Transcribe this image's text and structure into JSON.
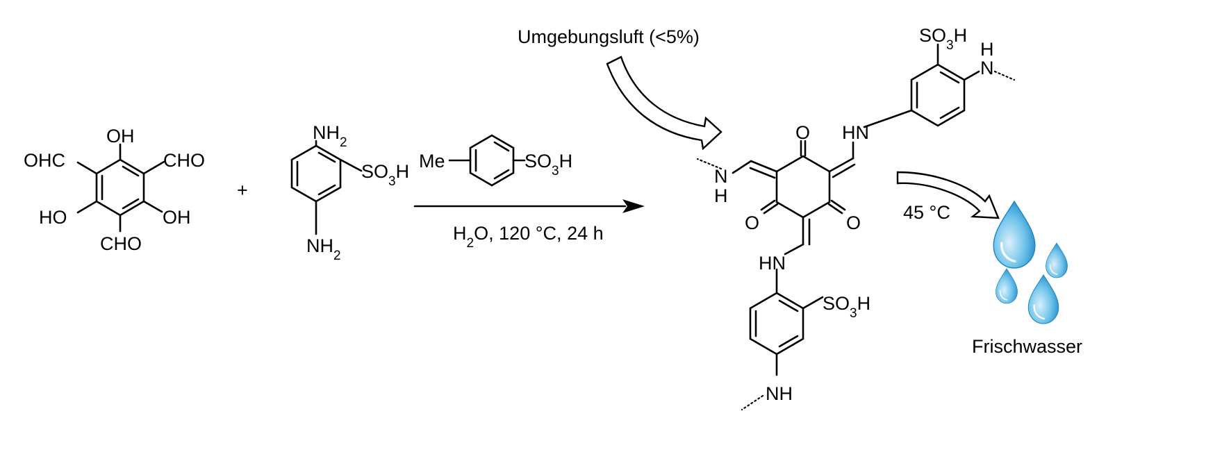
{
  "reactant1": {
    "substituents": {
      "oh_top": "OH",
      "cho_left": "OHC",
      "cho_right": "CHO",
      "oh_left": "HO",
      "oh_right": "OH",
      "cho_bottom": "CHO"
    }
  },
  "plus_sign": "+",
  "reactant2": {
    "substituents": {
      "nh2_top": "NH2",
      "so3h": "SO3H",
      "nh2_bottom": "NH2"
    }
  },
  "arrow": {
    "catalyst": {
      "methyl": "Me",
      "sulfonic": "SO3H"
    },
    "conditions": "H2O, 120 °C, 24 h"
  },
  "product": {
    "labels": {
      "carbonyl_top": "O",
      "carbonyl_left": "O",
      "carbonyl_right": "O",
      "nh_upper_right": "HN",
      "nh_left_n": "N",
      "nh_left_h": "H",
      "nh_lower": "HN",
      "so3h_top_ring": "SO3H",
      "so3h_bottom_ring": "SO3H",
      "nh_top_ring_n": "N",
      "nh_top_ring_h": "H",
      "nh_bottom_ring": "NH"
    }
  },
  "ambient_air_label": "Umgebungsluft (<5%)",
  "temperature_label": "45 °C",
  "fresh_water_label": "Frischwasser",
  "colors": {
    "structure": "#000000",
    "water_drop_light": "#d9f0fb",
    "water_drop_mid": "#6fc3ea",
    "water_drop_dark": "#1c86c5"
  }
}
